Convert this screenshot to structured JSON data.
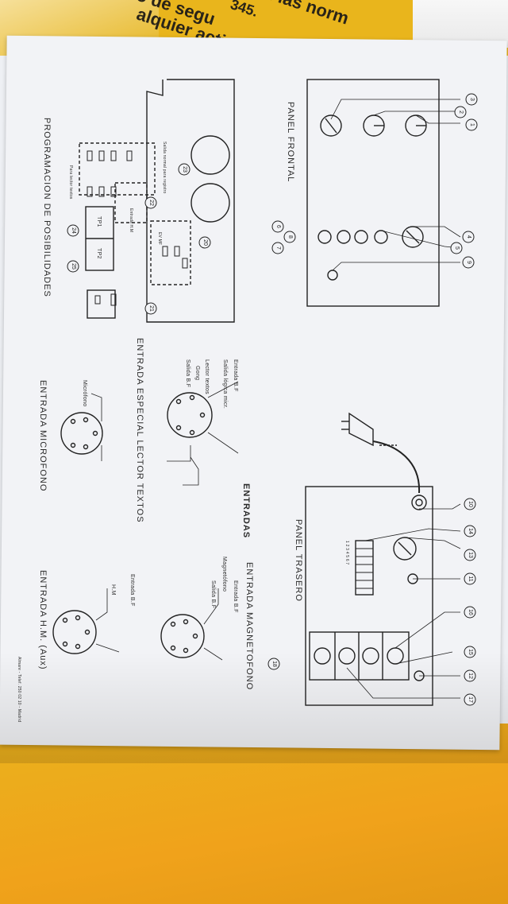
{
  "background_print": {
    "line1": "n las norm",
    "line2": "345.",
    "line3": "o de segu",
    "line4": "alquier acti"
  },
  "sheet": {
    "panel_frontal": "PANEL FRONTAL",
    "panel_trasero": "PANEL TRASERO",
    "programacion": "PROGRAMACION DE POSIBILIDADES",
    "entradas": "ENTRADAS",
    "entrada_especial": "ENTRADA ESPECIAL LECTOR TEXTOS",
    "entrada_microfono": "ENTRADA MICROFONO",
    "entrada_magnetofono": "ENTRADA MAGNETOFONO",
    "entrada_hm": "ENTRADA H.M. (Aux)",
    "footer": "Almare - Telef. 250 02 10 - Madrid"
  },
  "front_numbers": [
    "3",
    "2",
    "1",
    "4",
    "5",
    "9",
    "6",
    "8",
    "7"
  ],
  "rear_numbers": [
    "10",
    "14",
    "13",
    "11",
    "16",
    "15",
    "12",
    "17",
    "18"
  ],
  "prog_numbers": [
    "23",
    "22",
    "20",
    "21",
    "24",
    "25"
  ],
  "prog_labels": {
    "tp1": "TP1",
    "tp2": "TP2",
    "ev_mf": "EV MF",
    "salida_normal": "Salida normal para registro",
    "entrada_hm": "Entrada H.M",
    "para_lector": "Para lector textos"
  },
  "dip_numbers": "1 2 3 4 5 6 7",
  "lector_labels": {
    "entrada_bf": "Entrada B.F",
    "salida_logica": "Salida lógica micr.",
    "lector_textos": "Lector textos",
    "gong": "Gong",
    "salida_bf": "Salida B.F"
  },
  "micro_labels": {
    "microfono": "Micrófono"
  },
  "magneto_labels": {
    "entrada_bf": "Entrada B.F",
    "magnetofono": "Magnetófono",
    "salida_bf": "Salida B.F"
  },
  "hm_labels": {
    "entrada_bf": "Entrada B.F",
    "hm": "H.M"
  }
}
